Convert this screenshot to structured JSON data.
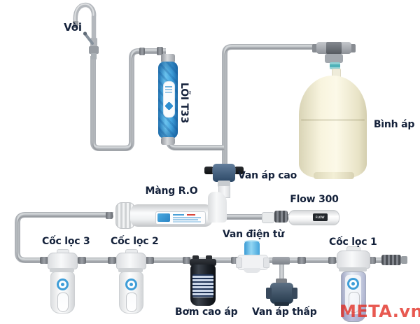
{
  "labels": {
    "voi": "Vòi",
    "loi_t33": "LÕI T33",
    "binh_ap": "Bình áp",
    "van_ap_cao": "Van áp cao",
    "mang_ro": "Màng R.O",
    "flow_300": "Flow 300",
    "van_dien_tu": "Van điện từ",
    "coc_loc_3": "Cốc lọc 3",
    "coc_loc_2": "Cốc lọc 2",
    "coc_loc_1": "Cốc lọc 1",
    "bom_cao_ap": "Bơm cao áp",
    "van_ap_thap": "Van áp thấp"
  },
  "flow_badge": "FLOW",
  "watermark": "META.vn",
  "colors": {
    "label_text": "#14213a",
    "pipe_gray": "#aeb2b7",
    "t33_blue": "#45a7e0",
    "tank_cream": "#f6f1da",
    "pump_dark": "#1b1f26",
    "watermark_red": "#e22a20"
  }
}
